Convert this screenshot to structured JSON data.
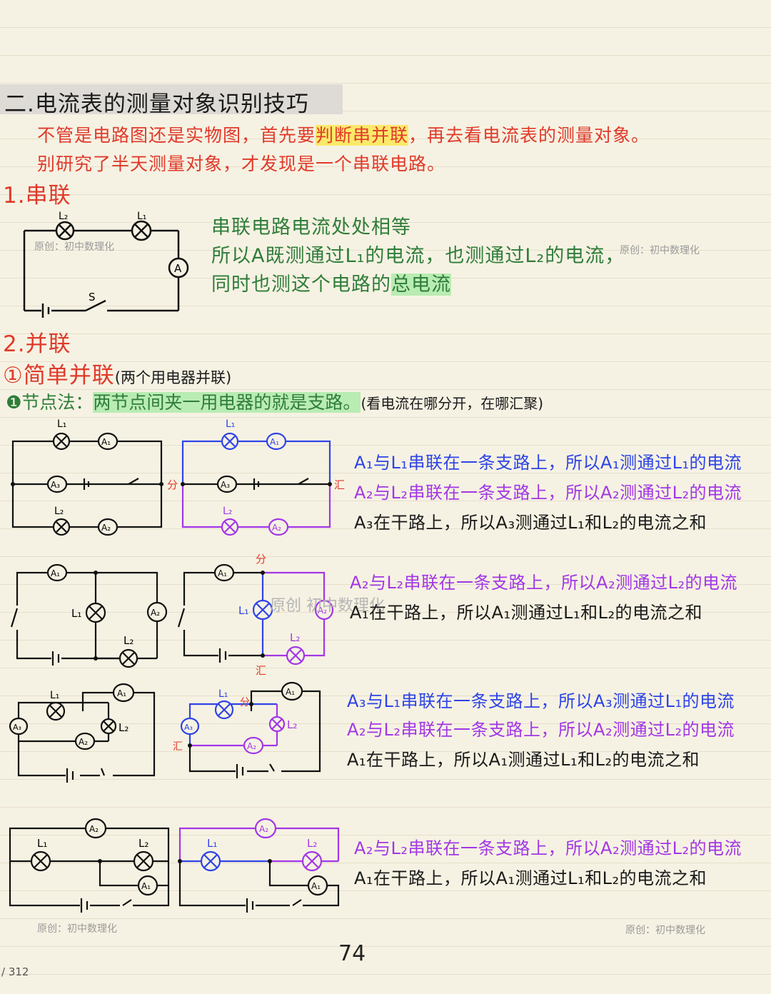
{
  "section_title": "二.电流表的测量对象识别技巧",
  "intro": {
    "line1_a": "不管是电路图还是实物图，首先要",
    "line1_hl": "判断串并联",
    "line1_b": "，再去看电流表的测量对象。",
    "line2": "别研究了半天测量对象，才发现是一个串联电路。"
  },
  "series": {
    "heading": "1.串联",
    "labels": {
      "l2": "L₂",
      "l1": "L₁",
      "a": "A",
      "s": "S"
    },
    "text1": "串联电路电流处处相等",
    "text2": "所以A既测通过L₁的电流，也测通过L₂的电流，",
    "text3_a": "同时也测这个电路的",
    "text3_hl": "总电流"
  },
  "parallel": {
    "heading": "2.并联",
    "sub_heading": "①简单并联",
    "sub_note": "(两个用电器并联)",
    "method_label": "❶节点法：",
    "method_hl": "两节点间夹一用电器的就是支路。",
    "method_note": "(看电流在哪分开，在哪汇聚)",
    "node_split": "分",
    "node_merge": "汇"
  },
  "circuit_labels": {
    "L1": "L₁",
    "L2": "L₂",
    "A1": "A₁",
    "A2": "A₂",
    "A3": "A₃"
  },
  "explain1": {
    "l1": "A₁与L₁串联在一条支路上，所以A₁测通过L₁的电流",
    "l2": "A₂与L₂串联在一条支路上，所以A₂测通过L₂的电流",
    "l3": "A₃在干路上，所以A₃测通过L₁和L₂的电流之和"
  },
  "explain2": {
    "l1": "A₂与L₂串联在一条支路上，所以A₂测通过L₂的电流",
    "l2": "A₁在干路上，所以A₁测通过L₁和L₂的电流之和"
  },
  "explain3": {
    "l1": "A₃与L₁串联在一条支路上，所以A₃测通过L₁的电流",
    "l2": "A₂与L₂串联在一条支路上，所以A₂测通过L₂的电流",
    "l3": "A₁在干路上，所以A₁测通过L₁和L₂的电流之和"
  },
  "explain4": {
    "l1": "A₂与L₂串联在一条支路上，所以A₂测通过L₂的电流",
    "l2": "A₁在干路上，所以A₁测通过L₁和L₂的电流之和"
  },
  "watermark": "原创：初中数理化",
  "watermark_big": "原创  初中数理化",
  "page_number": "74",
  "page_count": "/ 312",
  "colors": {
    "red": "#e03a2a",
    "green": "#2f7d3a",
    "blue": "#2e44e6",
    "purple": "#a237e6"
  }
}
